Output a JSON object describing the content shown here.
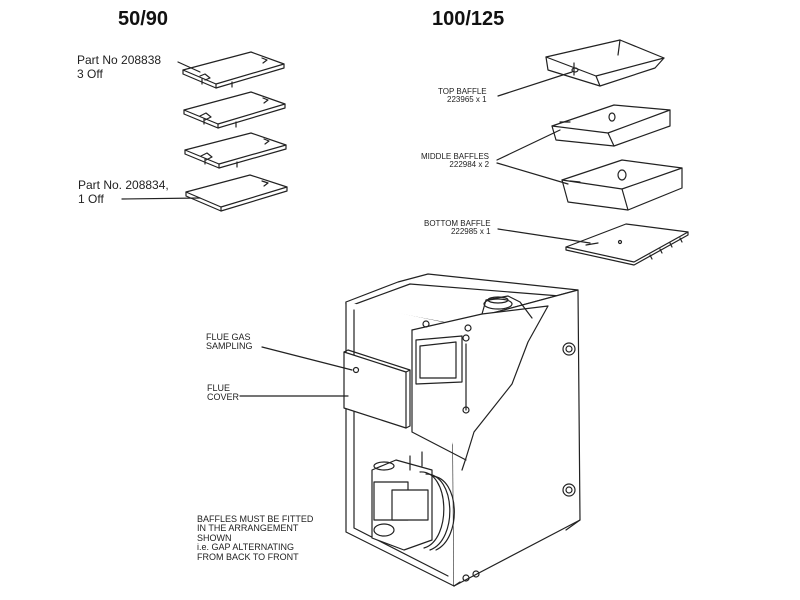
{
  "headings": {
    "left": "50/90",
    "right": "100/125"
  },
  "left_labels": {
    "part_a_line1": "Part No 208838",
    "part_a_line2": "3 Off",
    "part_b_line1": "Part No. 208834,",
    "part_b_line2": "1 Off"
  },
  "right_labels": {
    "top_line1": "TOP BAFFLE",
    "top_line2": "223965 x 1",
    "middle_line1": "MIDDLE BAFFLES",
    "middle_line2": "222984 x 2",
    "bottom_line1": "BOTTOM BAFFLE",
    "bottom_line2": "222985  x 1"
  },
  "boiler_labels": {
    "flue_gas_line1": "FLUE GAS",
    "flue_gas_line2": "SAMPLING",
    "flue_cover_line1": "FLUE",
    "flue_cover_line2": "COVER"
  },
  "note": {
    "line1": "BAFFLES MUST BE FITTED",
    "line2": "IN THE ARRANGEMENT",
    "line3": "SHOWN",
    "line4": "i.e. GAP ALTERNATING",
    "line5": "FROM BACK TO FRONT"
  }
}
